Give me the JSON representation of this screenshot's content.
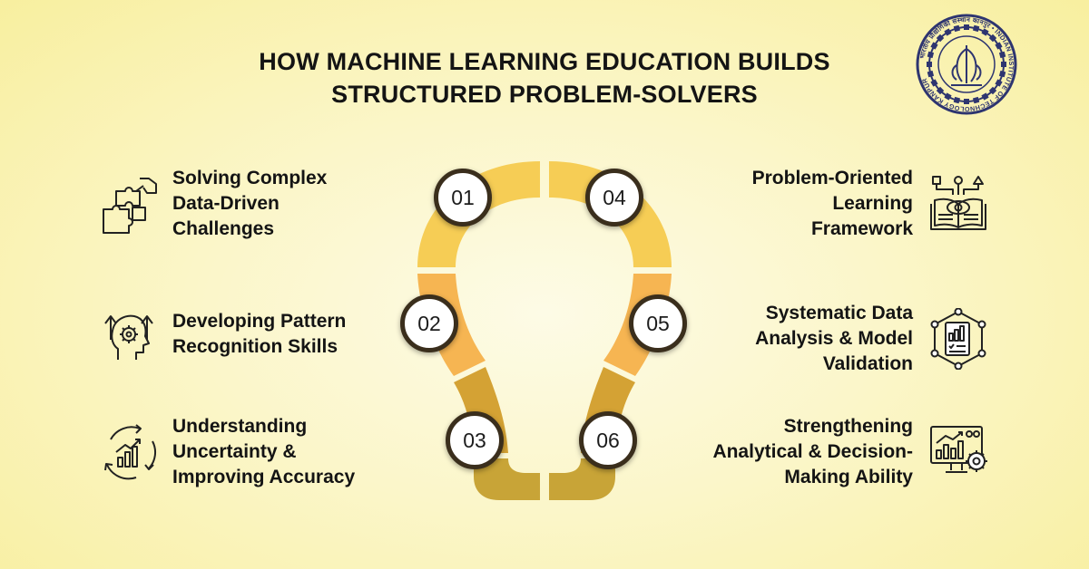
{
  "title": {
    "line1": "HOW MACHINE LEARNING EDUCATION BUILDS",
    "line2": "STRUCTURED PROBLEM-SOLVERS"
  },
  "logo": {
    "text": "भारतीय प्रौद्योगिकी संस्थान कानपुर • INDIAN INSTITUTE OF TECHNOLOGY KANPUR",
    "icon": "iit-kanpur-seal"
  },
  "steps": [
    {
      "number": "01",
      "lines": [
        "Solving Complex",
        "Data-Driven",
        "Challenges"
      ],
      "icon": "puzzle-hand-icon"
    },
    {
      "number": "02",
      "lines": [
        "Developing Pattern",
        "Recognition Skills"
      ],
      "icon": "head-gear-icon"
    },
    {
      "number": "03",
      "lines": [
        "Understanding",
        "Uncertainty &",
        "Improving Accuracy"
      ],
      "icon": "cycle-chart-icon"
    },
    {
      "number": "04",
      "lines": [
        "Problem-Oriented",
        "Learning",
        "Framework"
      ],
      "icon": "book-eye-icon"
    },
    {
      "number": "05",
      "lines": [
        "Systematic Data",
        "Analysis & Model",
        "Validation"
      ],
      "icon": "network-report-icon"
    },
    {
      "number": "06",
      "lines": [
        "Strengthening",
        "Analytical & Decision-",
        "Making Ability"
      ],
      "icon": "monitor-analytics-icon"
    }
  ],
  "colors": {
    "bulb_top": "#f6cd55",
    "bulb_middle": "#f6b552",
    "bulb_lower": "#d4a234",
    "bulb_base": "#c8a437",
    "circle_border": "#3a2e1c"
  }
}
